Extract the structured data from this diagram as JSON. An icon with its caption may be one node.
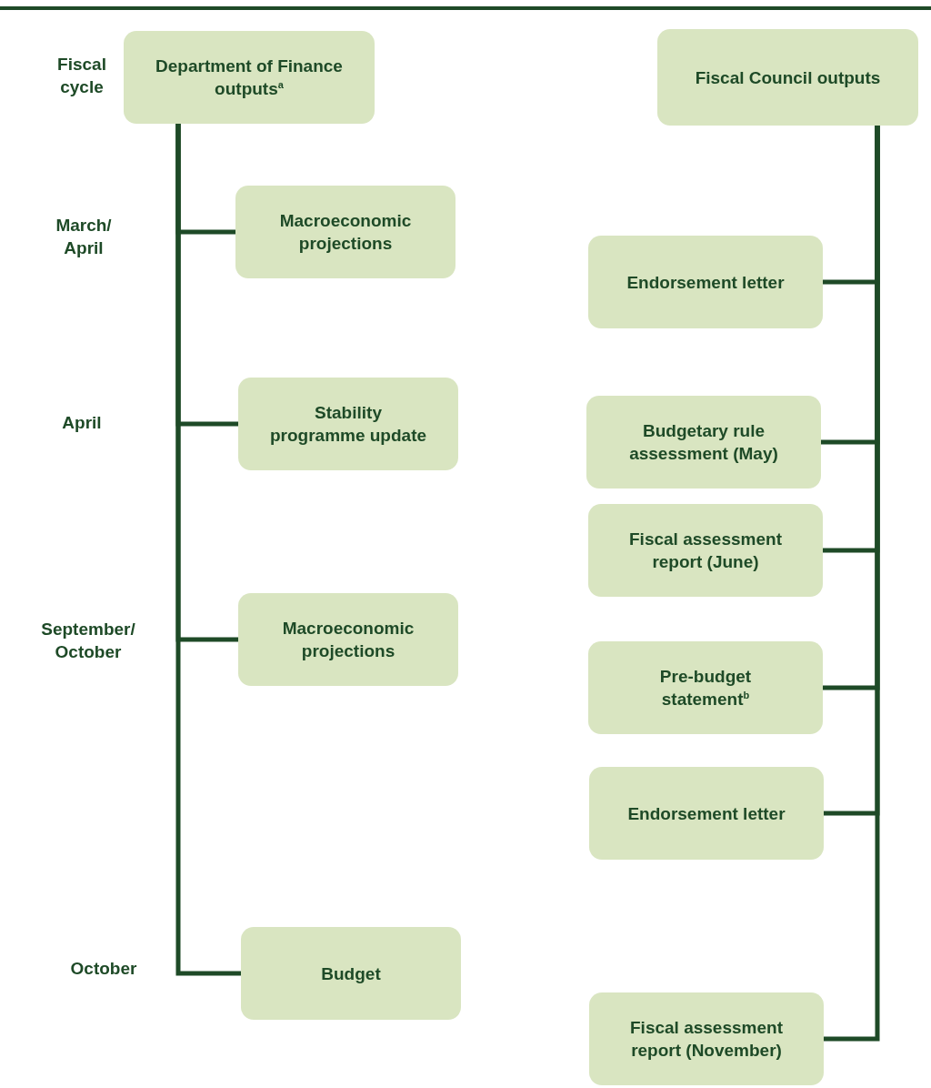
{
  "diagram": {
    "nodes": [
      {
        "text": [
          "Department of Finance outputs$^{a}$"
        ]
      },
      {
        "text": [
          "Macroeconomic projections"
        ]
      },
      {
        "text": [
          "Stability programme update"
        ]
      },
      {
        "text": [
          "Macroeconomic projections"
        ]
      },
      {
        "text": [
          "Budget"
        ]
      },
      {
        "text": [
          "Fiscal Council outputs"
        ]
      },
      {
        "text": [
          "Endorsement letter"
        ]
      },
      {
        "text": [
          "Budgetary rule assessment (May)"
        ]
      },
      {
        "text": [
          "Fiscal assessment report (June)"
        ]
      },
      {
        "text": [
          "Pre-budget statement$^{b}$"
        ]
      },
      {
        "text": [
          "Endorsement letter"
        ]
      },
      {
        "text": [
          "Fiscal assessment report (November)"
        ]
      }
    ],
    "edges": [
      {
        "from": 0,
        "to": 1,
        "arrow": "none"
      },
      {
        "from": 0,
        "to": 2,
        "arrow": "none"
      },
      {
        "from": 0,
        "to": 3,
        "arrow": "none"
      },
      {
        "from": 0,
        "to": 4,
        "arrow": "none"
      },
      {
        "from": 5,
        "to": 6,
        "arrow": "none"
      },
      {
        "from": 5,
        "to": 7,
        "arrow": "none"
      },
      {
        "from": 5,
        "to": 8,
        "arrow": "none"
      },
      {
        "from": 5,
        "to": 9,
        "arrow": "none"
      },
      {
        "from": 5,
        "to": 10,
        "arrow": "none"
      },
      {
        "from": 5,
        "to": 11,
        "arrow": "none"
      }
    ],
    "labels": [
      "Fiscal cycle",
      "March/ April",
      "April",
      "September/ October",
      "October"
    ]
  }
}
